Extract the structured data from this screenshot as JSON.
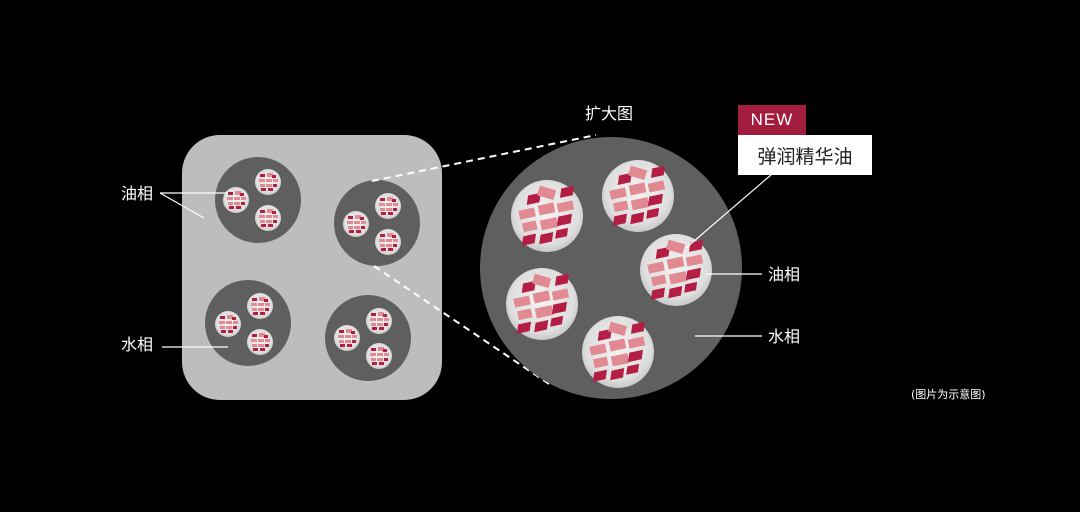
{
  "labels": {
    "enlarged_title": "扩大图",
    "oil_phase": "油相",
    "water_phase": "水相",
    "new_badge": "NEW",
    "essence_oil": "弹润精华油",
    "illustration_note": "(图片为示意图)"
  },
  "colors": {
    "background": "#000000",
    "left_panel": "#bdbdbd",
    "oil_droplet": "#5f5f5f",
    "inner_capsule": "#e2e2e2",
    "essence_dark": "#b51e44",
    "essence_light": "#e28a92",
    "badge": "#a21c3e"
  }
}
